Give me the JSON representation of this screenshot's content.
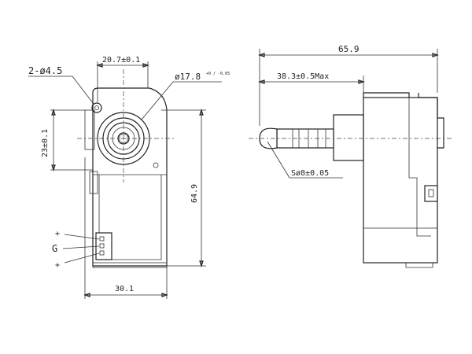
{
  "front_view": {
    "hole_callout": "2-ø4.5",
    "top_width": "20.7±0.1",
    "boss_diameter": "ø17.8",
    "boss_tolerance": "+0 / -0.05",
    "side_height": "23±0.1",
    "overall_height": "64.9",
    "bottom_width": "30.1",
    "pin_labels": [
      "+",
      "G",
      "+"
    ]
  },
  "side_view": {
    "overall_length": "65.9",
    "shaft_length": "38.3±0.5Max",
    "shaft_diameter": "Sø8±0.05"
  }
}
